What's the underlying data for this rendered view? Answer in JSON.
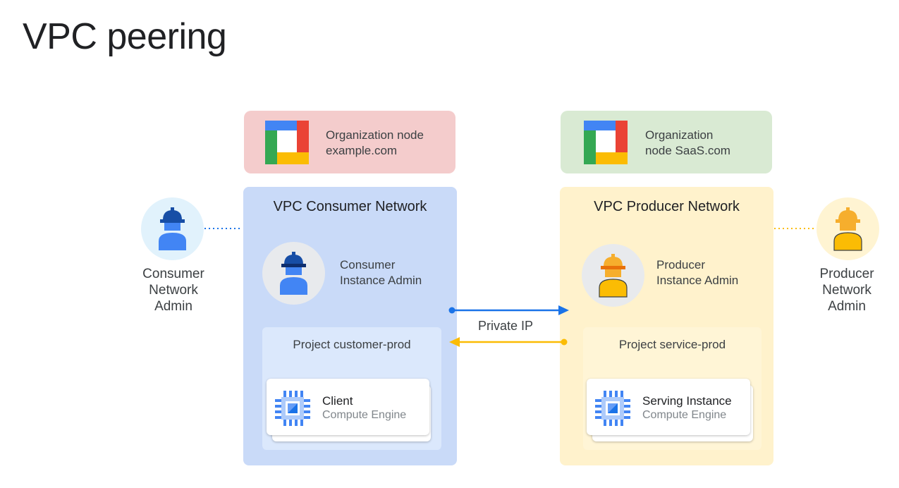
{
  "title": "VPC peering",
  "org_left": {
    "line1": "Organization node",
    "line2": "example.com"
  },
  "org_right": {
    "line1": "Organization",
    "line2": "node SaaS.com"
  },
  "vpc_left": {
    "title": "VPC Consumer Network",
    "admin_line1": "Consumer",
    "admin_line2": "Instance Admin",
    "project": "Project customer-prod",
    "card_title": "Client",
    "card_sub": "Compute Engine"
  },
  "vpc_right": {
    "title": "VPC Producer Network",
    "admin_line1": "Producer",
    "admin_line2": "Instance Admin",
    "project": "Project service-prod",
    "card_title": "Serving Instance",
    "card_sub": "Compute Engine"
  },
  "outside_left": {
    "line1": "Consumer",
    "line2": "Network",
    "line3": "Admin"
  },
  "outside_right": {
    "line1": "Producer",
    "line2": "Network",
    "line3": "Admin"
  },
  "connection_label": "Private IP",
  "colors": {
    "consumer_blue": "#1a73e8",
    "producer_yellow": "#fbbc04",
    "admin_blue": "#4285f4",
    "admin_navy": "#174ea6",
    "admin_orange": "#f6ae2d"
  }
}
